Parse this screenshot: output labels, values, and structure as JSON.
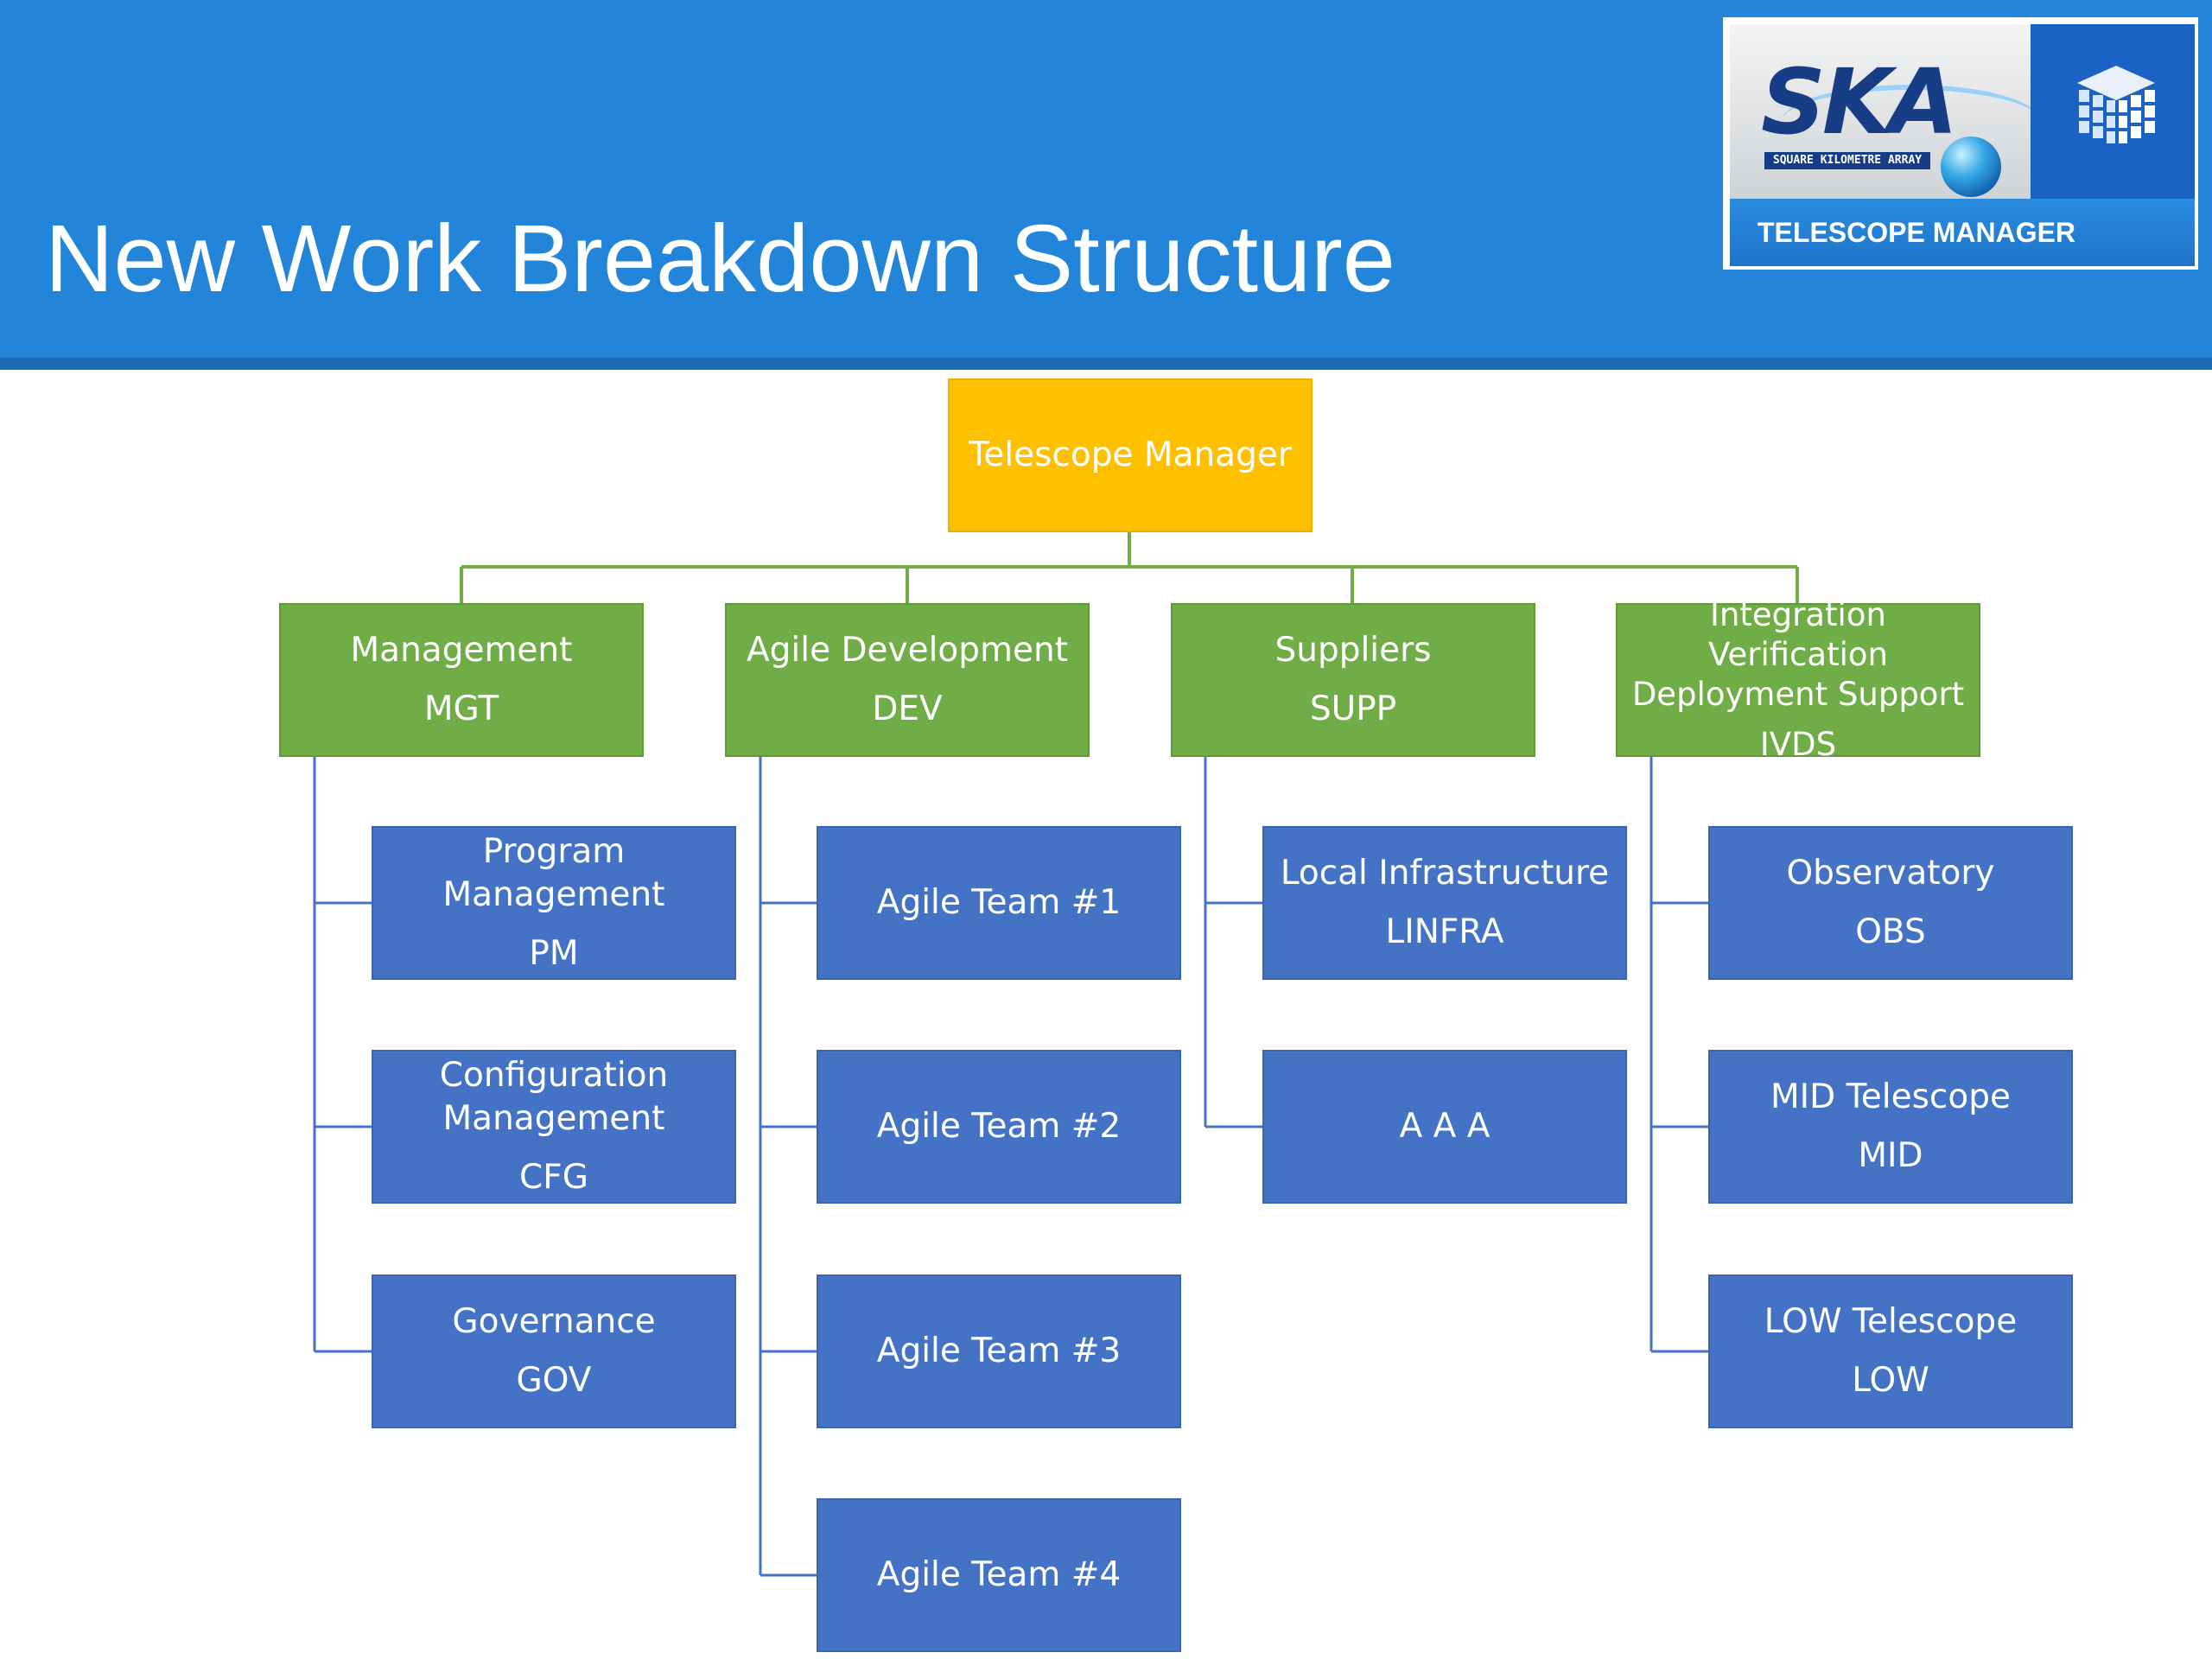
{
  "slide": {
    "title": "New Work Breakdown Structure"
  },
  "logo": {
    "brand": "SKA",
    "subtitle": "SQUARE KILOMETRE ARRAY",
    "label": "TELESCOPE MANAGER"
  },
  "colors": {
    "header": "#2285d9",
    "root_box": "#ffc000",
    "level1_box": "#70ad47",
    "level2_box": "#4472c4",
    "level1_connector": "#70ad47",
    "level2_connector": "#4472c4"
  },
  "wbs": {
    "root": {
      "label": "Telescope Manager"
    },
    "groups": [
      {
        "name": "Management",
        "code": "MGT",
        "children": [
          {
            "name": "Program Management",
            "code": "PM"
          },
          {
            "name": "Configuration Management",
            "code": "CFG"
          },
          {
            "name": "Governance",
            "code": "GOV"
          }
        ]
      },
      {
        "name": "Agile Development",
        "code": "DEV",
        "children": [
          {
            "name": "Agile Team #1"
          },
          {
            "name": "Agile Team #2"
          },
          {
            "name": "Agile Team #3"
          },
          {
            "name": "Agile Team #4"
          }
        ]
      },
      {
        "name": "Suppliers",
        "code": "SUPP",
        "children": [
          {
            "name": "Local Infrastructure",
            "code": "LINFRA"
          },
          {
            "name": "A A A"
          }
        ]
      },
      {
        "name": "Integration Verification Deployment Support",
        "code": "IVDS",
        "children": [
          {
            "name": "Observatory",
            "code": "OBS"
          },
          {
            "name": "MID Telescope",
            "code": "MID"
          },
          {
            "name": "LOW Telescope",
            "code": "LOW"
          }
        ]
      }
    ]
  }
}
